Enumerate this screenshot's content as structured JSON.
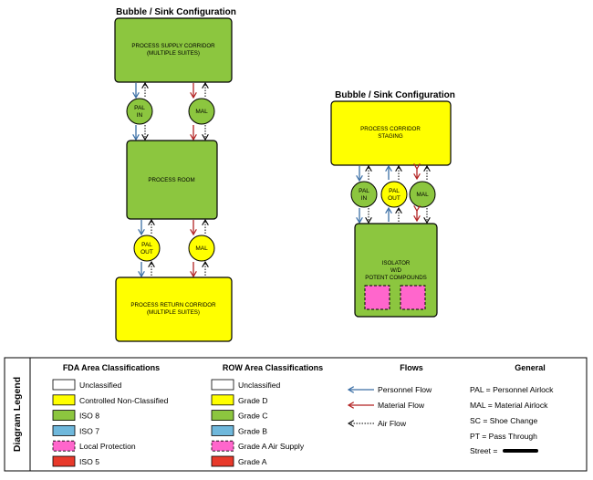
{
  "left_diagram": {
    "title": "Bubble / Sink Configuration",
    "supply_corridor": [
      "PROCESS SUPPLY CORRIDOR",
      "(MULTIPLE SUITES)"
    ],
    "pal_in": [
      "PAL",
      "IN"
    ],
    "mal_top": "MAL",
    "process_room": "PROCESS ROOM",
    "pal_out": [
      "PAL",
      "OUT"
    ],
    "mal_bottom": "MAL",
    "return_corridor": [
      "PROCESS RETURN CORRIDOR",
      "(MULTIPLE SUITES)"
    ]
  },
  "right_diagram": {
    "title": "Bubble / Sink Configuration",
    "corridor": [
      "PROCESS CORRIDOR",
      "STAGING"
    ],
    "pal_in": [
      "PAL",
      "IN"
    ],
    "pal_out": [
      "PAL",
      "OUT"
    ],
    "mal": "MAL",
    "isolator": [
      "ISOLATOR",
      "W/D",
      "POTENT COMPOUNDS"
    ]
  },
  "legend": {
    "side_label": "Diagram Legend",
    "fda": {
      "title": "FDA Area Classifications",
      "items": [
        {
          "label": "Unclassified",
          "color": "#ffffff"
        },
        {
          "label": "Controlled Non-Classified",
          "color": "#ffff00"
        },
        {
          "label": "ISO 8",
          "color": "#8cc63f"
        },
        {
          "label": "ISO 7",
          "color": "#6fb8dc"
        },
        {
          "label": "Local Protection",
          "color": "#ff66cc"
        },
        {
          "label": "ISO 5",
          "color": "#e8392a"
        }
      ]
    },
    "row": {
      "title": "ROW Area Classifications",
      "items": [
        {
          "label": "Unclassified",
          "color": "#ffffff"
        },
        {
          "label": "Grade D",
          "color": "#ffff00"
        },
        {
          "label": "Grade C",
          "color": "#8cc63f"
        },
        {
          "label": "Grade B",
          "color": "#6fb8dc"
        },
        {
          "label": "Grade A Air Supply",
          "color": "#ff66cc"
        },
        {
          "label": "Grade A",
          "color": "#e8392a"
        }
      ]
    },
    "flows": {
      "title": "Flows",
      "personnel": "Personnel Flow",
      "material": "Material Flow",
      "air": "Air Flow"
    },
    "general": {
      "title": "General",
      "items": [
        "PAL = Personnel Airlock",
        "MAL = Material Airlock",
        "SC = Shoe Change",
        "PT = Pass Through",
        "Street ="
      ]
    },
    "colors": {
      "personnel": "#3a6ea5",
      "material": "#b22222",
      "green": "#8cc63f",
      "yellow": "#ffff00",
      "pink": "#ff66cc"
    }
  }
}
